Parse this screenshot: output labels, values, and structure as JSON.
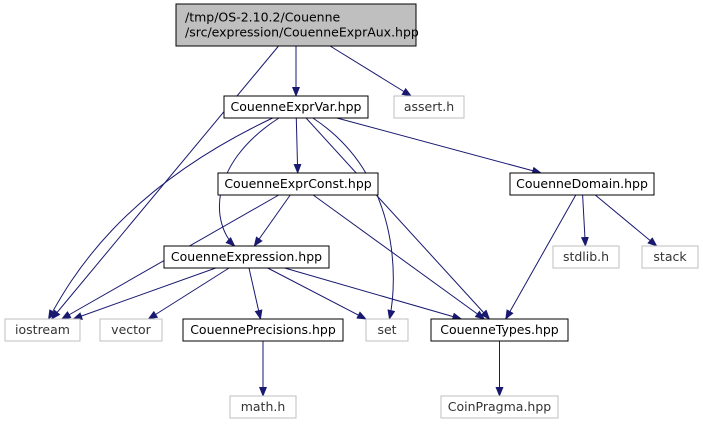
{
  "nodes": [
    {
      "id": "root",
      "lines": [
        "/tmp/OS-2.10.2/Couenne",
        "/src/expression/CouenneExprAux.hpp"
      ],
      "kind": "root"
    },
    {
      "id": "exprvar",
      "lines": [
        "CouenneExprVar.hpp"
      ],
      "kind": "header"
    },
    {
      "id": "assert",
      "lines": [
        "assert.h"
      ],
      "kind": "system"
    },
    {
      "id": "exprconst",
      "lines": [
        "CouenneExprConst.hpp"
      ],
      "kind": "header"
    },
    {
      "id": "domain",
      "lines": [
        "CouenneDomain.hpp"
      ],
      "kind": "header"
    },
    {
      "id": "expression",
      "lines": [
        "CouenneExpression.hpp"
      ],
      "kind": "header"
    },
    {
      "id": "stdlib",
      "lines": [
        "stdlib.h"
      ],
      "kind": "system"
    },
    {
      "id": "stack",
      "lines": [
        "stack"
      ],
      "kind": "system"
    },
    {
      "id": "iostream",
      "lines": [
        "iostream"
      ],
      "kind": "system"
    },
    {
      "id": "vector",
      "lines": [
        "vector"
      ],
      "kind": "system"
    },
    {
      "id": "precisions",
      "lines": [
        "CouennePrecisions.hpp"
      ],
      "kind": "header"
    },
    {
      "id": "set",
      "lines": [
        "set"
      ],
      "kind": "system"
    },
    {
      "id": "types",
      "lines": [
        "CouenneTypes.hpp"
      ],
      "kind": "header"
    },
    {
      "id": "math",
      "lines": [
        "math.h"
      ],
      "kind": "system"
    },
    {
      "id": "coinpragma",
      "lines": [
        "CoinPragma.hpp"
      ],
      "kind": "system"
    }
  ],
  "edges": [
    {
      "from": "root",
      "to": "iostream"
    },
    {
      "from": "root",
      "to": "exprvar"
    },
    {
      "from": "root",
      "to": "assert"
    },
    {
      "from": "exprvar",
      "to": "iostream"
    },
    {
      "from": "exprvar",
      "to": "expression"
    },
    {
      "from": "exprvar",
      "to": "exprconst"
    },
    {
      "from": "exprvar",
      "to": "set"
    },
    {
      "from": "exprvar",
      "to": "types"
    },
    {
      "from": "exprvar",
      "to": "domain"
    },
    {
      "from": "exprconst",
      "to": "iostream"
    },
    {
      "from": "exprconst",
      "to": "expression"
    },
    {
      "from": "exprconst",
      "to": "types"
    },
    {
      "from": "domain",
      "to": "types"
    },
    {
      "from": "domain",
      "to": "stdlib"
    },
    {
      "from": "domain",
      "to": "stack"
    },
    {
      "from": "expression",
      "to": "iostream"
    },
    {
      "from": "expression",
      "to": "vector"
    },
    {
      "from": "expression",
      "to": "precisions"
    },
    {
      "from": "expression",
      "to": "set"
    },
    {
      "from": "expression",
      "to": "types"
    },
    {
      "from": "precisions",
      "to": "math"
    },
    {
      "from": "types",
      "to": "coinpragma"
    }
  ],
  "colors": {
    "edge": "#191970",
    "root_fill": "#bfbfbf",
    "header_stroke": "#000000",
    "system_stroke": "#bfbfbf",
    "system_text": "#333333"
  }
}
